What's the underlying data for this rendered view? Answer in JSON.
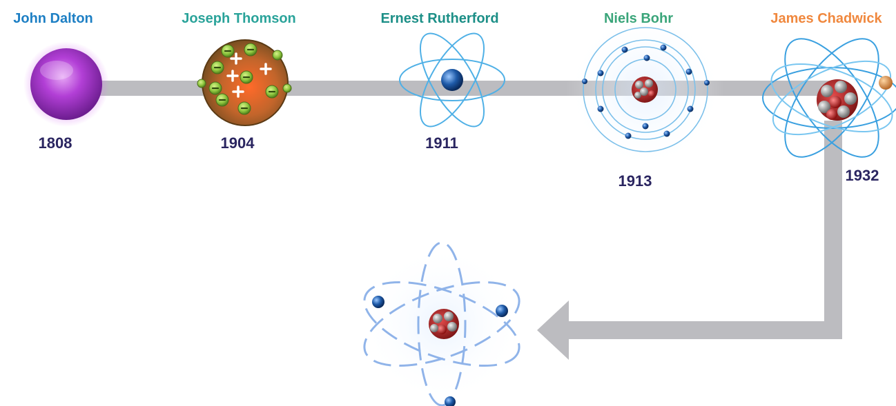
{
  "timeline": [
    {
      "scientist": "John Dalton",
      "year": "1808",
      "color": "#1d7fc4"
    },
    {
      "scientist": "Joseph Thomson",
      "year": "1904",
      "color": "#2aa39a"
    },
    {
      "scientist": "Ernest Rutherford",
      "year": "1911",
      "color": "#1c8f87"
    },
    {
      "scientist": "Niels Bohr",
      "year": "1913",
      "color": "#3aa57a"
    },
    {
      "scientist": "James Chadwick",
      "year": "1932",
      "color": "#f0883e"
    }
  ],
  "colors": {
    "path": "#bcbcc0",
    "orbit": "#4fb0e6",
    "electron": "#1e5aa8",
    "dalton": "#b23fd6",
    "thomson_body": "#b86a2a",
    "thomson_particle": "#8dc63f"
  }
}
